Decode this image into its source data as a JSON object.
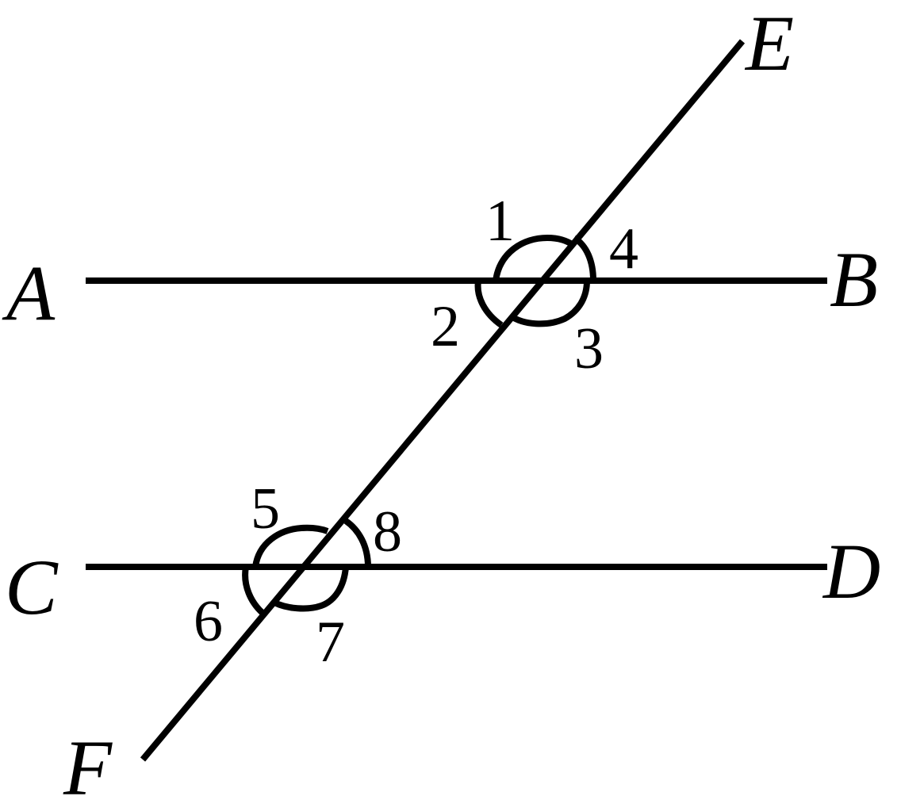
{
  "diagram": {
    "type": "parallel lines cut by a transversal",
    "points": {
      "A": "A",
      "B": "B",
      "C": "C",
      "D": "D",
      "E": "E",
      "F": "F"
    },
    "lines": [
      {
        "name": "AB",
        "from": "A",
        "to": "B"
      },
      {
        "name": "CD",
        "from": "C",
        "to": "D"
      },
      {
        "name": "EF",
        "from": "E",
        "to": "F"
      }
    ],
    "angles": {
      "a1": "1",
      "a2": "2",
      "a3": "3",
      "a4": "4",
      "a5": "5",
      "a6": "6",
      "a7": "7",
      "a8": "8"
    },
    "colors": {
      "stroke": "#000000",
      "background": "#ffffff"
    }
  }
}
